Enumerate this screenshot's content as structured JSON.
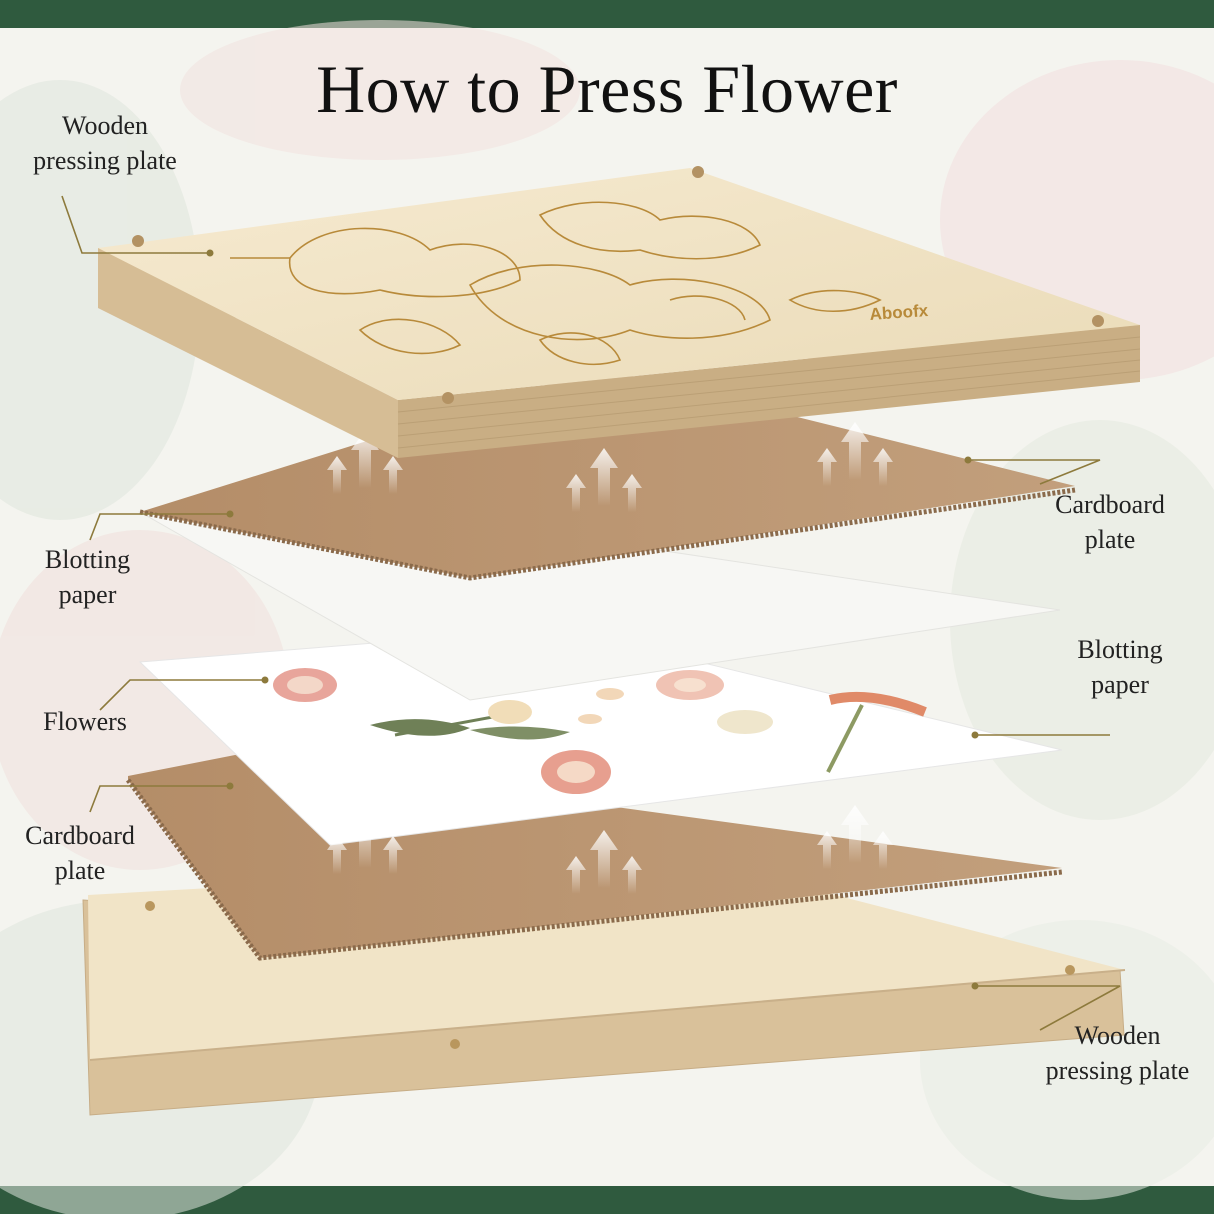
{
  "title": "How to Press Flower",
  "brand_engraving": "Aboofx",
  "colors": {
    "band": "#2f5a3e",
    "leader": "#8d7a3c",
    "wood": "#efe0c0",
    "cardboard": "#b58f6a",
    "paper": "#ffffff"
  },
  "labels": {
    "top_wood": [
      "Wooden",
      "pressing plate"
    ],
    "cardboard_top": [
      "Cardboard",
      "plate"
    ],
    "blotting_top": [
      "Blotting",
      "paper"
    ],
    "blotting_bottom": [
      "Blotting",
      "paper"
    ],
    "flowers": [
      "Flowers"
    ],
    "cardboard_bottom": [
      "Cardboard",
      "plate"
    ],
    "bottom_wood": [
      "Wooden",
      "pressing plate"
    ]
  },
  "icons": [
    "up-arrows-icon"
  ]
}
